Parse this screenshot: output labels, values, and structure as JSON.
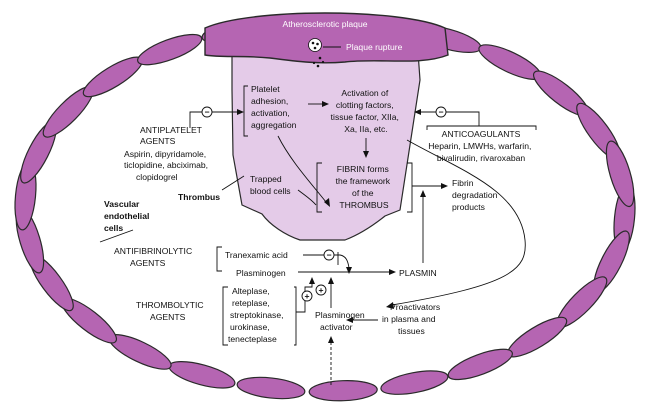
{
  "colors": {
    "cell": "#b565b2",
    "thrombus": "#e4cbe8",
    "plaque": "#b565b2",
    "line": "#111111"
  },
  "labels": {
    "plaque": "Atherosclerotic plaque",
    "plaque_rupture": "Plaque rupture",
    "platelet": [
      "Platelet",
      "adhesion,",
      "activation,",
      "aggregation"
    ],
    "activation": [
      "Activation of",
      "clotting factors,",
      "tissue factor, XIIa,",
      "Xa, IIa, etc."
    ],
    "antiplatelet_title": [
      "ANTIPLATELET",
      "AGENTS"
    ],
    "antiplatelet_drugs": [
      "Aspirin, dipyridamole,",
      "ticlopidine, abciximab,",
      "clopidogrel"
    ],
    "anticoagulants_title": "ANTICOAGULANTS",
    "anticoagulant_drugs": [
      "Heparin, LMWHs, warfarin,",
      "bivalirudin, rivaroxaban"
    ],
    "thrombus": "Thrombus",
    "vascular": [
      "Vascular",
      "endothelial",
      "cells"
    ],
    "trapped": [
      "Trapped",
      "blood cells"
    ],
    "fibrin": [
      "FIBRIN forms",
      "the framework",
      "of the",
      "THROMBUS"
    ],
    "fibrin_deg": [
      "Fibrin",
      "degradation",
      "products"
    ],
    "antifibrinolytic": [
      "ANTIFIBRINOLYTIC",
      "AGENTS"
    ],
    "tranexamic": "Tranexamic acid",
    "plasminogen": "Plasminogen",
    "plasmin": "PLASMIN",
    "thrombolytic": [
      "THROMBOLYTIC",
      "AGENTS"
    ],
    "thrombolytic_drugs": [
      "Alteplase,",
      "reteplase,",
      "streptokinase,",
      "urokinase,",
      "tenecteplase"
    ],
    "plasminogen_activator": [
      "Plasminogen",
      "activator"
    ],
    "proactivators": [
      "Proactivators",
      "in plasma and",
      "tissues"
    ],
    "minus": "−",
    "plus": "+"
  }
}
